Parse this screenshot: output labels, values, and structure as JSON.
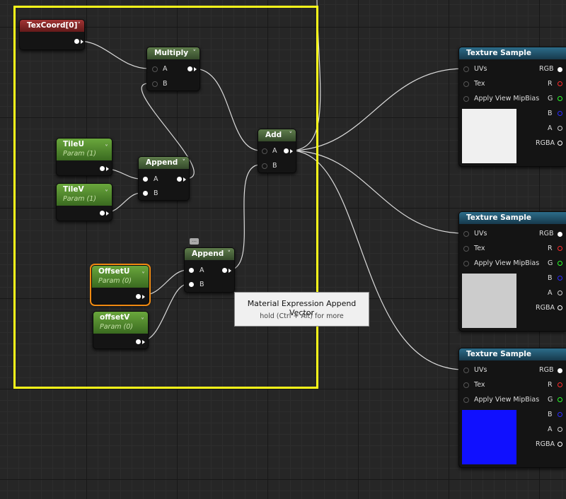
{
  "nodes": {
    "texcoord": {
      "title": "TexCoord[0]"
    },
    "multiply": {
      "title": "Multiply",
      "pin_a": "A",
      "pin_b": "B"
    },
    "tileu": {
      "title": "TileU",
      "subtitle": "Param (1)"
    },
    "tilev": {
      "title": "TileV",
      "subtitle": "Param (1)"
    },
    "append1": {
      "title": "Append",
      "pin_a": "A",
      "pin_b": "B"
    },
    "add": {
      "title": "Add",
      "pin_a": "A",
      "pin_b": "B"
    },
    "append2": {
      "title": "Append",
      "pin_a": "A",
      "pin_b": "B"
    },
    "offsetu": {
      "title": "OffsetU",
      "subtitle": "Param (0)"
    },
    "offsetv": {
      "title": "offsetV",
      "subtitle": "Param (0)"
    }
  },
  "texture_samples": [
    {
      "title": "Texture Sample",
      "in_uvs": "UVs",
      "in_tex": "Tex",
      "in_mip": "Apply View MipBias",
      "out_rgb": "RGB",
      "out_r": "R",
      "out_g": "G",
      "out_b": "B",
      "out_a": "A",
      "out_rgba": "RGBA",
      "preview_color": "#f0f0f0"
    },
    {
      "title": "Texture Sample",
      "in_uvs": "UVs",
      "in_tex": "Tex",
      "in_mip": "Apply View MipBias",
      "out_rgb": "RGB",
      "out_r": "R",
      "out_g": "G",
      "out_b": "B",
      "out_a": "A",
      "out_rgba": "RGBA",
      "preview_color": "#cccccc"
    },
    {
      "title": "Texture Sample",
      "in_uvs": "UVs",
      "in_tex": "Tex",
      "in_mip": "Apply View MipBias",
      "out_rgb": "RGB",
      "out_r": "R",
      "out_g": "G",
      "out_b": "B",
      "out_a": "A",
      "out_rgba": "RGBA",
      "preview_color": "#1010ff"
    }
  ],
  "tooltip": {
    "title": "Material Expression Append Vector",
    "hint": "hold (Ctrl + Alt) for more"
  },
  "colors": {
    "comment_border": "#ffff1a",
    "selection": "#f08a12",
    "pin_r": "#ff2a2a",
    "pin_g": "#2aff2a",
    "pin_b": "#2a2aff"
  },
  "icons": {
    "dropdown": "chevron-down-icon",
    "comment": "comment-bubble-icon"
  }
}
